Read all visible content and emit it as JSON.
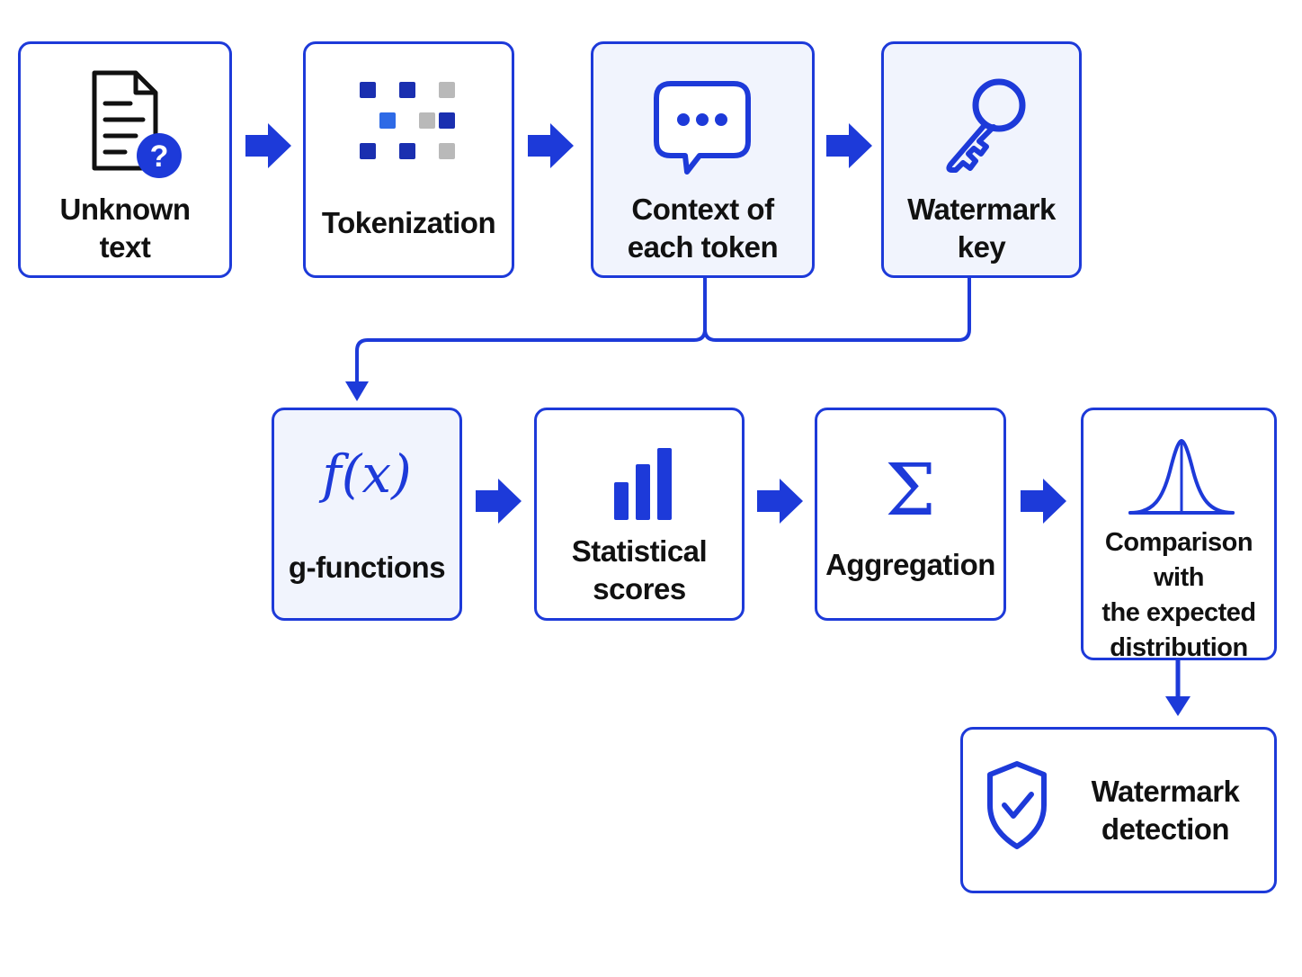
{
  "colors": {
    "accent": "#1d3ad9",
    "tile_gray": "#b9b9b9",
    "text": "#111111",
    "tint": "#f1f4fd"
  },
  "steps": [
    {
      "id": "unknown-text",
      "label": "Unknown\ntext",
      "icon": "document-question-icon"
    },
    {
      "id": "tokenization",
      "label": "Tokenization",
      "icon": "token-grid-icon"
    },
    {
      "id": "context",
      "label": "Context of\neach token",
      "icon": "speech-bubble-icon"
    },
    {
      "id": "watermark-key",
      "label": "Watermark\nkey",
      "icon": "key-icon"
    },
    {
      "id": "g-functions",
      "label": "g-functions",
      "icon": "function-icon",
      "icon_text": "f(x)"
    },
    {
      "id": "statistical-scores",
      "label": "Statistical\nscores",
      "icon": "bar-chart-icon"
    },
    {
      "id": "aggregation",
      "label": "Aggregation",
      "icon": "sigma-icon",
      "icon_text": "Σ"
    },
    {
      "id": "comparison",
      "label": "Comparison with\nthe expected\ndistribution",
      "icon": "bell-curve-icon"
    },
    {
      "id": "watermark-detection",
      "label": "Watermark\ndetection",
      "icon": "shield-check-icon"
    }
  ]
}
